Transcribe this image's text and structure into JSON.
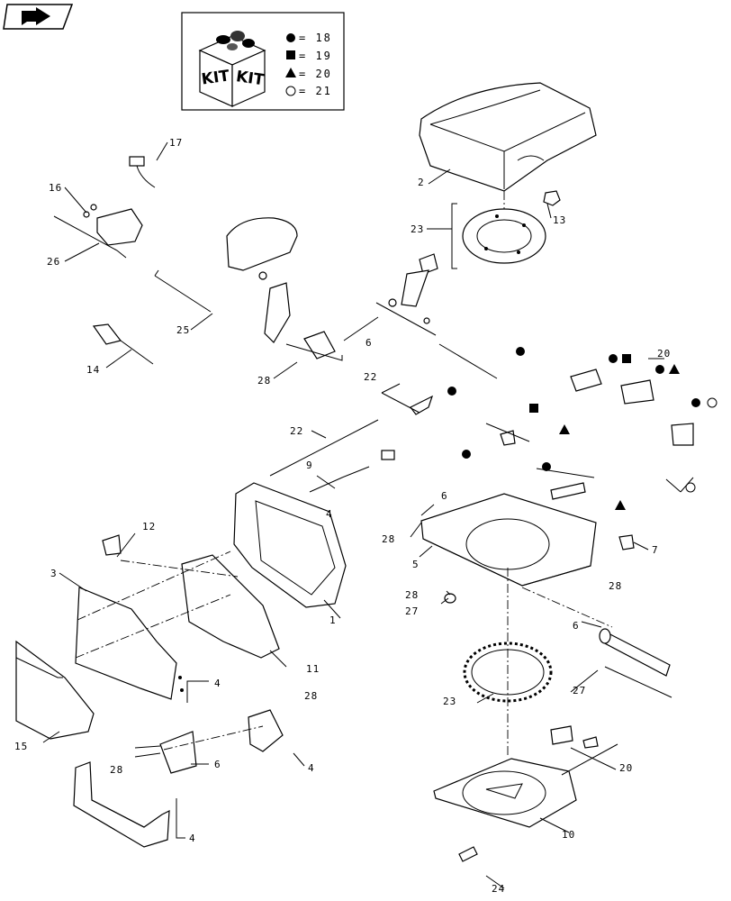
{
  "kit_legend": {
    "kit_word_left": "KIT",
    "kit_word_right": "KIT",
    "entries": [
      {
        "symbol": "filled-circle",
        "text": "= 18"
      },
      {
        "symbol": "filled-square",
        "text": "= 19"
      },
      {
        "symbol": "filled-triangle",
        "text": "= 20"
      },
      {
        "symbol": "open-circle",
        "text": "= 21"
      }
    ]
  },
  "callouts": {
    "c1": "1",
    "c2": "2",
    "c3": "3",
    "c4a": "4",
    "c4b": "4",
    "c4c": "4",
    "c4d": "4",
    "c5": "5",
    "c6a": "6",
    "c6b": "6",
    "c6c": "6",
    "c6d": "6",
    "c7": "7",
    "c9": "9",
    "c10": "10",
    "c11": "11",
    "c12": "12",
    "c13": "13",
    "c14": "14",
    "c15": "15",
    "c16": "16",
    "c17": "17",
    "c20a": "20",
    "c20b": "20",
    "c22a": "22",
    "c22b": "22",
    "c23a": "23",
    "c23b": "23",
    "c24": "24",
    "c25": "25",
    "c26": "26",
    "c27a": "27",
    "c27b": "27",
    "c28a": "28",
    "c28b": "28",
    "c28c": "28",
    "c28d": "28",
    "c28e": "28",
    "c28f": "28"
  },
  "colors": {
    "ink": "#000000",
    "paper": "#ffffff"
  }
}
